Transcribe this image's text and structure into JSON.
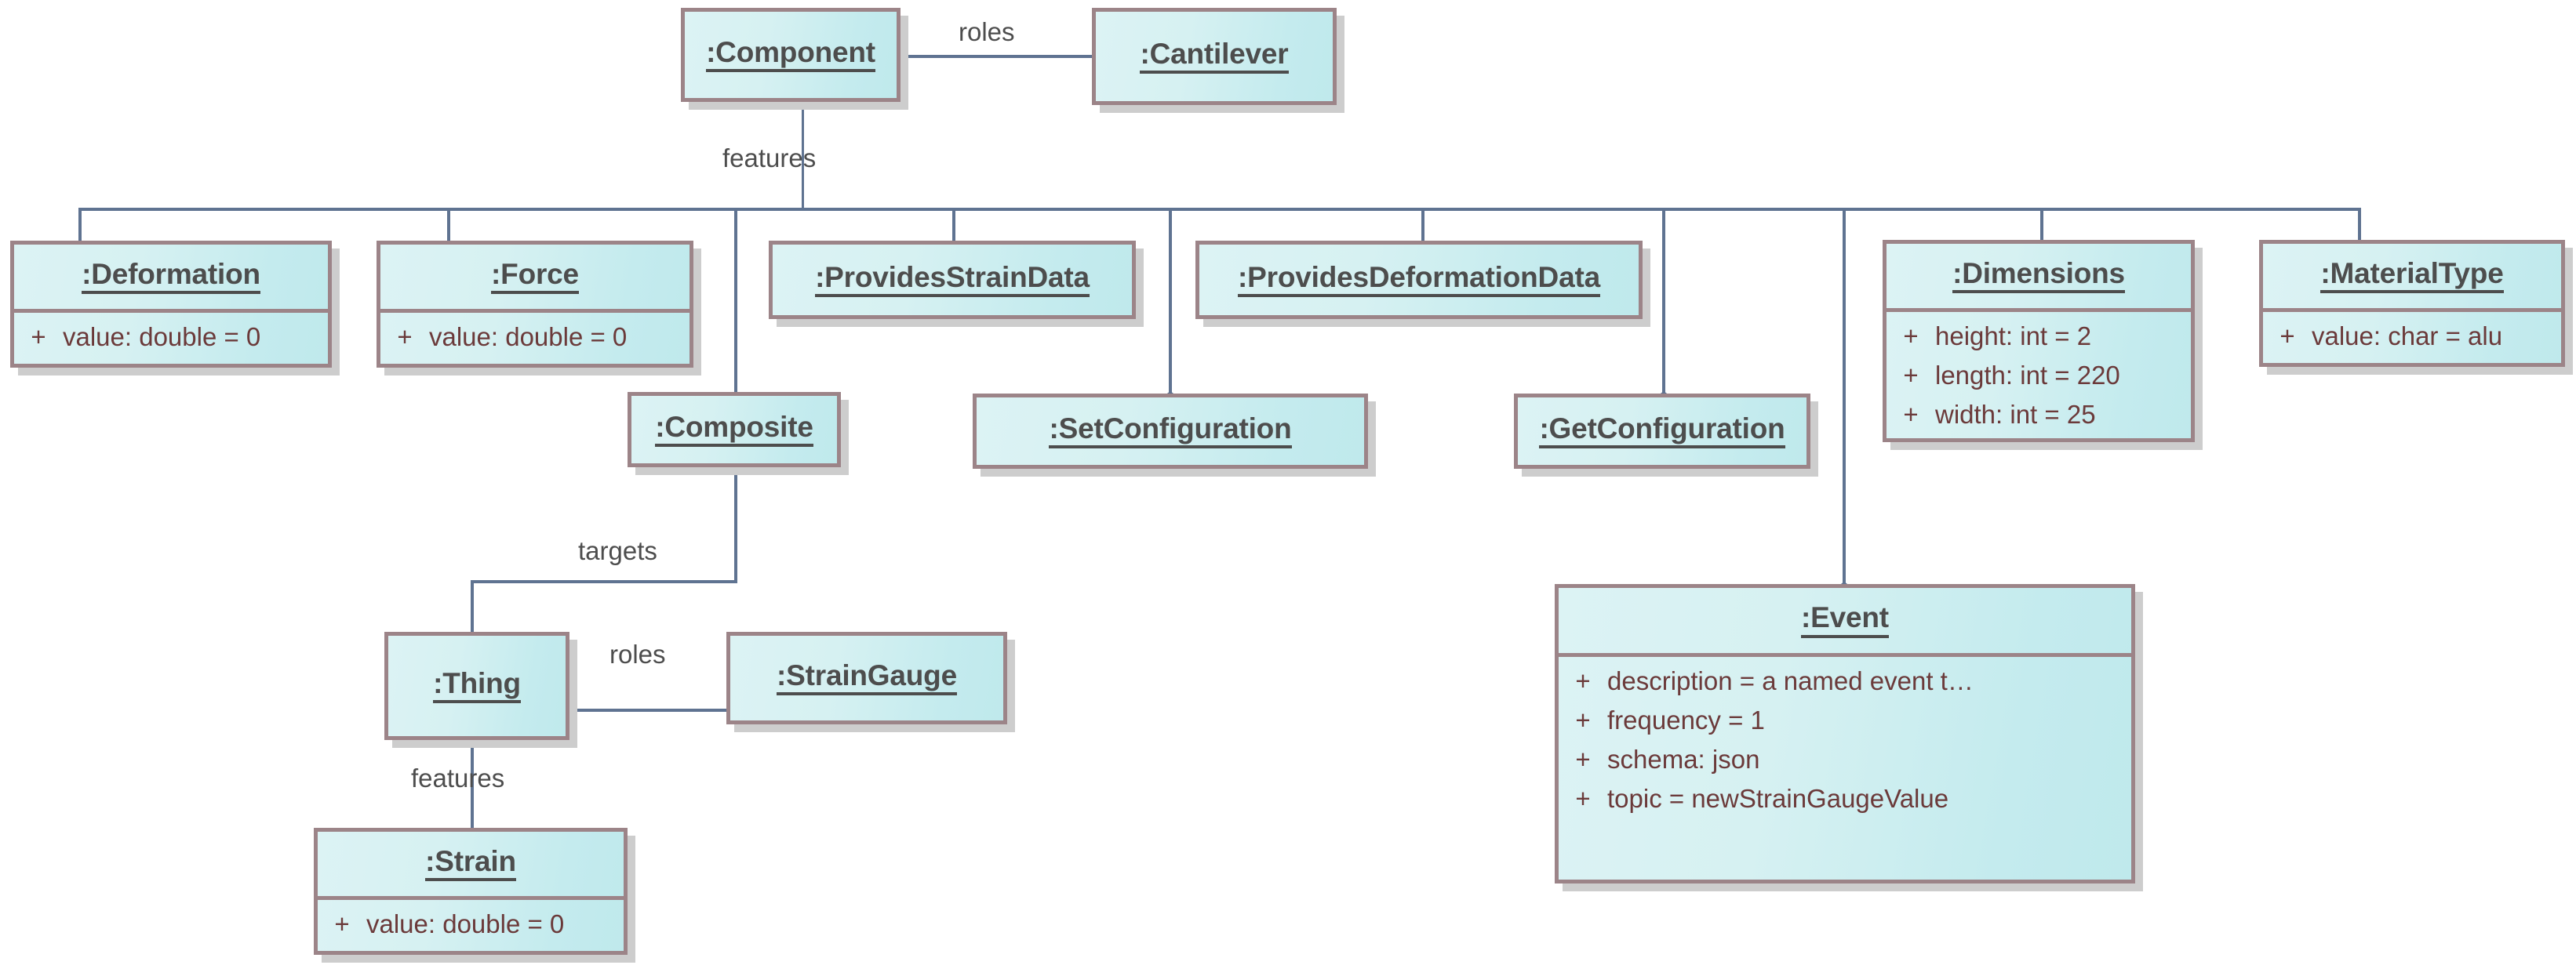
{
  "diagram": {
    "kind": "uml-object-diagram",
    "colors": {
      "node_border": "#9c8488",
      "node_fill_light": "#dcf3f4",
      "node_fill_dark": "#bfe9ec",
      "node_shadow": "#cdcdcd",
      "title_text": "#4d4d4d",
      "attribute_text": "#6b3a3a",
      "connector": "#5f7391",
      "edge_label_text": "#4d4d4d",
      "background": "#ffffff"
    },
    "nodes": [
      {
        "id": "component",
        "title": ":Component",
        "attributes": []
      },
      {
        "id": "cantilever",
        "title": ":Cantilever",
        "attributes": []
      },
      {
        "id": "deformation",
        "title": ":Deformation",
        "attributes": [
          {
            "visibility": "+",
            "text": "value: double = 0"
          }
        ]
      },
      {
        "id": "force",
        "title": ":Force",
        "attributes": [
          {
            "visibility": "+",
            "text": "value: double = 0"
          }
        ]
      },
      {
        "id": "providesstraindata",
        "title": ":ProvidesStrainData",
        "attributes": []
      },
      {
        "id": "providesdeformationdata",
        "title": ":ProvidesDeformationData",
        "attributes": []
      },
      {
        "id": "dimensions",
        "title": ":Dimensions",
        "attributes": [
          {
            "visibility": "+",
            "text": "height: int = 2"
          },
          {
            "visibility": "+",
            "text": "length: int = 220"
          },
          {
            "visibility": "+",
            "text": "width: int = 25"
          }
        ]
      },
      {
        "id": "materialtype",
        "title": ":MaterialType",
        "attributes": [
          {
            "visibility": "+",
            "text": "value: char = alu"
          }
        ]
      },
      {
        "id": "composite",
        "title": ":Composite",
        "attributes": []
      },
      {
        "id": "setconfiguration",
        "title": ":SetConfiguration",
        "attributes": []
      },
      {
        "id": "getconfiguration",
        "title": ":GetConfiguration",
        "attributes": []
      },
      {
        "id": "event",
        "title": ":Event",
        "attributes": [
          {
            "visibility": "+",
            "text": "description = a named event t…"
          },
          {
            "visibility": "+",
            "text": "frequency = 1"
          },
          {
            "visibility": "+",
            "text": "schema: json"
          },
          {
            "visibility": "+",
            "text": "topic = newStrainGaugeValue"
          }
        ]
      },
      {
        "id": "thing",
        "title": ":Thing",
        "attributes": []
      },
      {
        "id": "straingauge",
        "title": ":StrainGauge",
        "attributes": []
      },
      {
        "id": "strain",
        "title": ":Strain",
        "attributes": [
          {
            "visibility": "+",
            "text": "value: double = 0"
          }
        ]
      }
    ],
    "edge_labels": {
      "component_cantilever": "roles",
      "component_features": "features",
      "composite_targets": "targets",
      "thing_straingauge": "roles",
      "thing_features": "features"
    }
  }
}
